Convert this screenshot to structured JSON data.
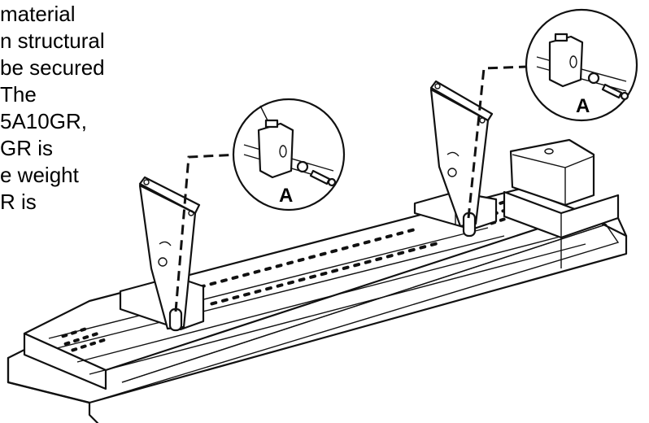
{
  "text_lines": [
    "material",
    "n structural",
    "be secured",
    "The",
    "5A10GR,",
    "GR is",
    "e weight",
    "R is"
  ],
  "callouts": {
    "left_label": "A",
    "right_label": "A"
  }
}
